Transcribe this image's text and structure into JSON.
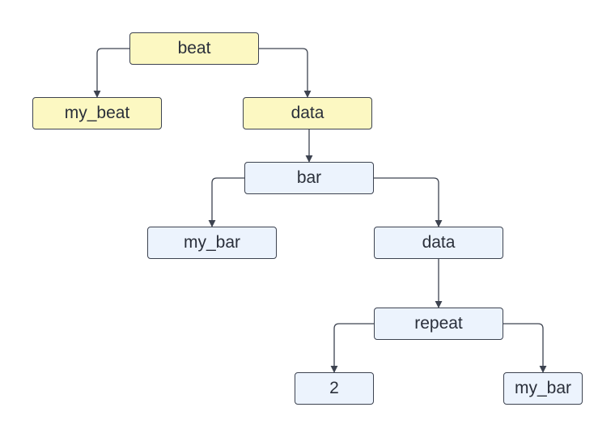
{
  "diagram": {
    "colors": {
      "yellow_fill": "#fcf8c2",
      "blue_fill": "#ecf3fd",
      "border": "#3d4350",
      "edge": "#3d4350",
      "text": "#2a2f3a"
    },
    "nodes": [
      {
        "id": "beat",
        "label": "beat",
        "color": "yellow"
      },
      {
        "id": "my_beat",
        "label": "my_beat",
        "color": "yellow"
      },
      {
        "id": "data1",
        "label": "data",
        "color": "yellow"
      },
      {
        "id": "bar",
        "label": "bar",
        "color": "blue"
      },
      {
        "id": "my_bar1",
        "label": "my_bar",
        "color": "blue"
      },
      {
        "id": "data2",
        "label": "data",
        "color": "blue"
      },
      {
        "id": "repeat",
        "label": "repeat",
        "color": "blue"
      },
      {
        "id": "two",
        "label": "2",
        "color": "blue"
      },
      {
        "id": "my_bar2",
        "label": "my_bar",
        "color": "blue"
      }
    ],
    "edges": [
      {
        "from": "beat",
        "to": "my_beat"
      },
      {
        "from": "beat",
        "to": "data1"
      },
      {
        "from": "data1",
        "to": "bar"
      },
      {
        "from": "bar",
        "to": "my_bar1"
      },
      {
        "from": "bar",
        "to": "data2"
      },
      {
        "from": "data2",
        "to": "repeat"
      },
      {
        "from": "repeat",
        "to": "two"
      },
      {
        "from": "repeat",
        "to": "my_bar2"
      }
    ]
  }
}
